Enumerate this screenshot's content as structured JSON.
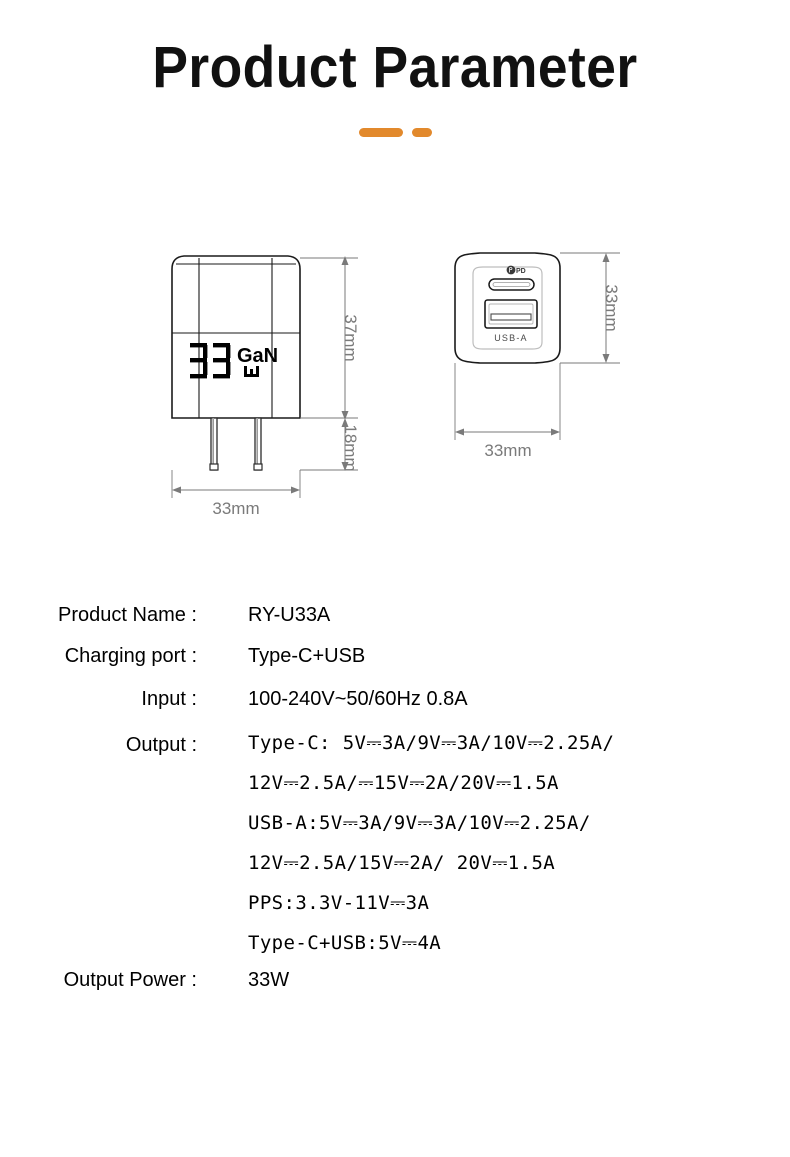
{
  "header": {
    "title": "Product Parameter",
    "divider": {
      "long_dash_color": "#e2892c",
      "short_dash_color": "#e2892c"
    }
  },
  "diagram": {
    "side_view": {
      "display_digits": "33",
      "display_brand": "GaN",
      "display_unit": "W",
      "dim_height_total": "37mm",
      "dim_height_body": "18mm",
      "dim_width": "33mm"
    },
    "front_view": {
      "usb_c_badge": "PD",
      "usb_a_label": "USB-A",
      "dim_height": "33mm",
      "dim_width": "33mm"
    }
  },
  "spec": {
    "rows": [
      {
        "label": "Product Name :",
        "value": "RY-U33A"
      },
      {
        "label": "Charging port :",
        "value": "Type-C+USB"
      },
      {
        "label": "Input :",
        "value": "100-240V~50/60Hz 0.8A"
      }
    ],
    "output": {
      "label": "Output :",
      "lines": [
        "Type-C: 5V⎓3A/9V⎓3A/10V⎓2.25A/",
        "12V⎓2.5A/⎓15V⎓2A/20V⎓1.5A",
        "USB-A:5V⎓3A/9V⎓3A/10V⎓2.25A/",
        "12V⎓2.5A/15V⎓2A/ 20V⎓1.5A",
        "PPS:3.3V-11V⎓3A",
        "Type-C+USB:5V⎓4A"
      ]
    },
    "output_power": {
      "label": "Output Power :",
      "value": "33W"
    }
  }
}
